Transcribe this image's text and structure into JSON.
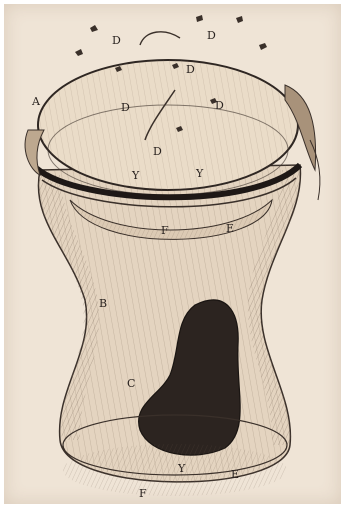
{
  "figure": {
    "labels": {
      "a": "A",
      "b": "B",
      "c": "C",
      "d": "D",
      "f": "F",
      "y": "Y",
      "e": "E"
    }
  }
}
